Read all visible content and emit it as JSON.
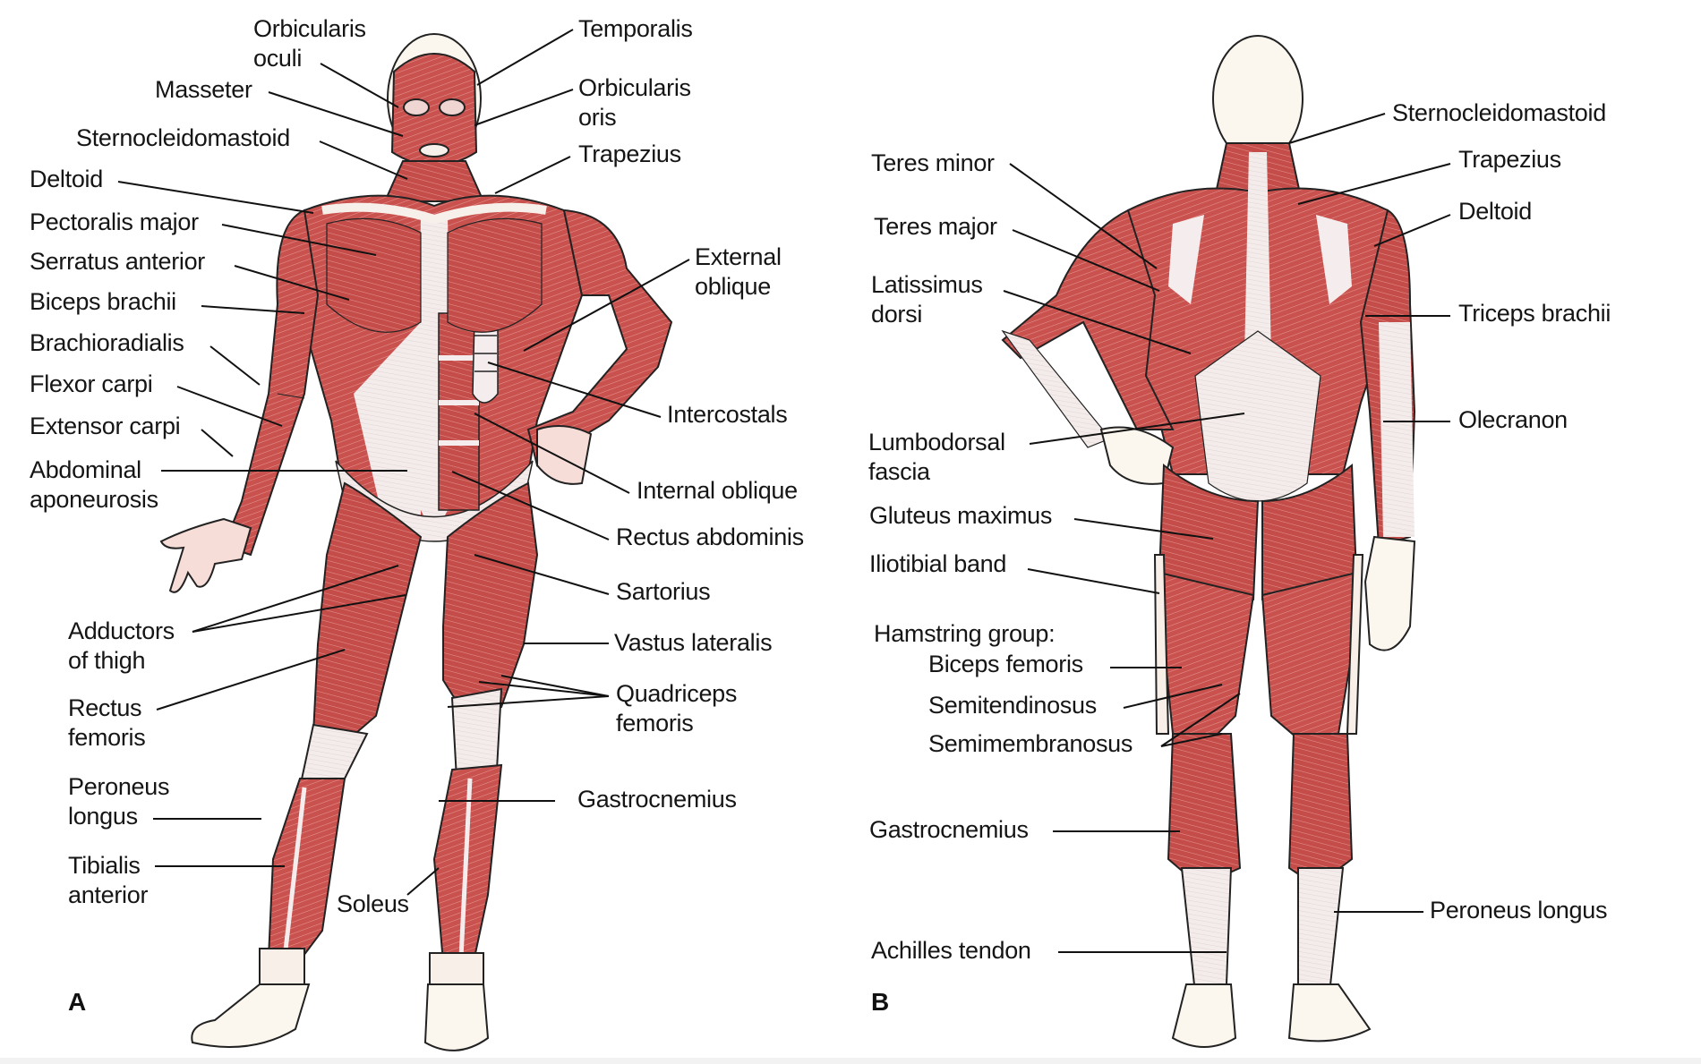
{
  "figure": {
    "panels": [
      {
        "id": "A",
        "view": "anterior",
        "letter": "A"
      },
      {
        "id": "B",
        "view": "posterior",
        "letter": "B"
      }
    ]
  },
  "front": {
    "letter": "A",
    "labels": {
      "orbicularis_oculi": [
        "Orbicularis",
        "oculi"
      ],
      "masseter": "Masseter",
      "sternocleidomastoid": "Sternocleidomastoid",
      "deltoid": "Deltoid",
      "pectoralis_major": "Pectoralis major",
      "serratus_anterior": "Serratus anterior",
      "biceps_brachii": "Biceps brachii",
      "brachioradialis": "Brachioradialis",
      "flexor_carpi": "Flexor carpi",
      "extensor_carpi": "Extensor carpi",
      "abdominal_aponeurosis": [
        "Abdominal",
        "aponeurosis"
      ],
      "adductors_of_thigh": [
        "Adductors",
        "of thigh"
      ],
      "rectus_femoris": [
        "Rectus",
        "femoris"
      ],
      "peroneus_longus": [
        "Peroneus",
        "longus"
      ],
      "tibialis_anterior": [
        "Tibialis",
        "anterior"
      ],
      "temporalis": "Temporalis",
      "orbicularis_oris": [
        "Orbicularis",
        "oris"
      ],
      "trapezius": "Trapezius",
      "external_oblique": [
        "External",
        "oblique"
      ],
      "intercostals": "Intercostals",
      "internal_oblique": "Internal oblique",
      "rectus_abdominis": "Rectus abdominis",
      "sartorius": "Sartorius",
      "vastus_lateralis": "Vastus lateralis",
      "quadriceps_femoris": [
        "Quadriceps",
        "femoris"
      ],
      "gastrocnemius": "Gastrocnemius",
      "soleus": "Soleus"
    }
  },
  "back": {
    "letter": "B",
    "labels": {
      "sternocleidomastoid": "Sternocleidomastoid",
      "teres_minor": "Teres minor",
      "trapezius": "Trapezius",
      "deltoid": "Deltoid",
      "teres_major": "Teres major",
      "latissimus_dorsi": [
        "Latissimus",
        "dorsi"
      ],
      "triceps_brachii": "Triceps brachii",
      "olecranon": "Olecranon",
      "lumbodorsal_fascia": [
        "Lumbodorsal",
        "fascia"
      ],
      "gluteus_maximus": "Gluteus maximus",
      "iliotibial_band": "Iliotibial band",
      "hamstring_group": "Hamstring group:",
      "biceps_femoris": "Biceps femoris",
      "semitendinosus": "Semitendinosus",
      "semimembranosus": "Semimembranosus",
      "gastrocnemius": "Gastrocnemius",
      "peroneus_longus": "Peroneus longus",
      "achilles_tendon": "Achilles tendon"
    }
  },
  "colors": {
    "muscle": "#c8524f",
    "muscle_dark": "#a83c3a",
    "muscle_light": "#de8a86",
    "tendon": "#f3e8e4",
    "skin": "#fbf6ee",
    "outline": "#222222",
    "leader": "#111111",
    "background": "#ffffff"
  }
}
